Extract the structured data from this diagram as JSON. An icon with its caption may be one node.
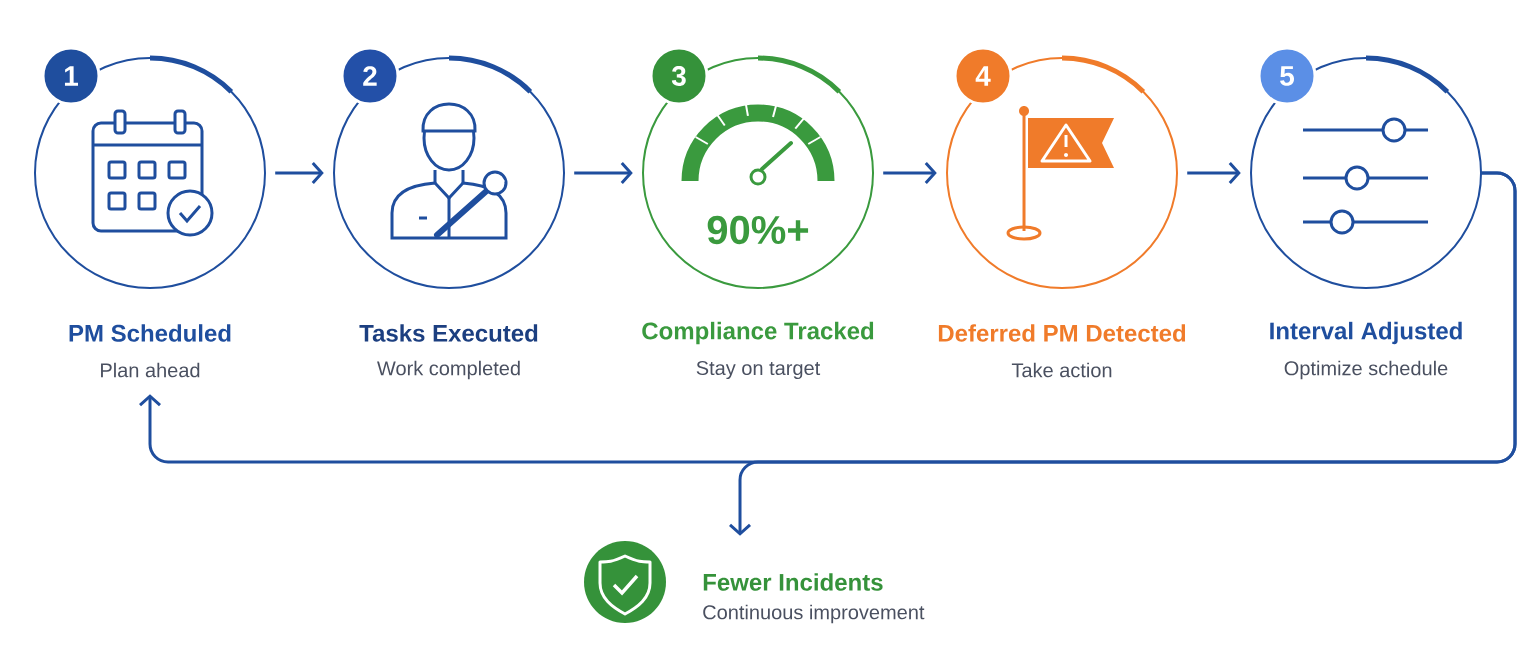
{
  "diagram": {
    "nodes": [
      {
        "text": [
          "1",
          "PM Scheduled",
          "Plan ahead"
        ]
      },
      {
        "text": [
          "2",
          "Tasks Executed",
          "Work completed"
        ]
      },
      {
        "text": [
          "3",
          "90%+",
          "Compliance Tracked",
          "Stay on target"
        ]
      },
      {
        "text": [
          "4",
          "Deferred PM Detected",
          "Take action"
        ]
      },
      {
        "text": [
          "5",
          "Interval Adjusted",
          "Optimize schedule"
        ]
      },
      {
        "text": [
          "Fewer Incidents",
          "Continuous improvement"
        ]
      }
    ],
    "edges": [
      {
        "from": 0,
        "to": 1,
        "arrow": "to"
      },
      {
        "from": 1,
        "to": 2,
        "arrow": "to"
      },
      {
        "from": 2,
        "to": 3,
        "arrow": "to"
      },
      {
        "from": 3,
        "to": 4,
        "arrow": "to"
      },
      {
        "from": 4,
        "to": 0,
        "arrow": "to"
      },
      {
        "from": 4,
        "to": 5,
        "arrow": "to"
      }
    ]
  }
}
